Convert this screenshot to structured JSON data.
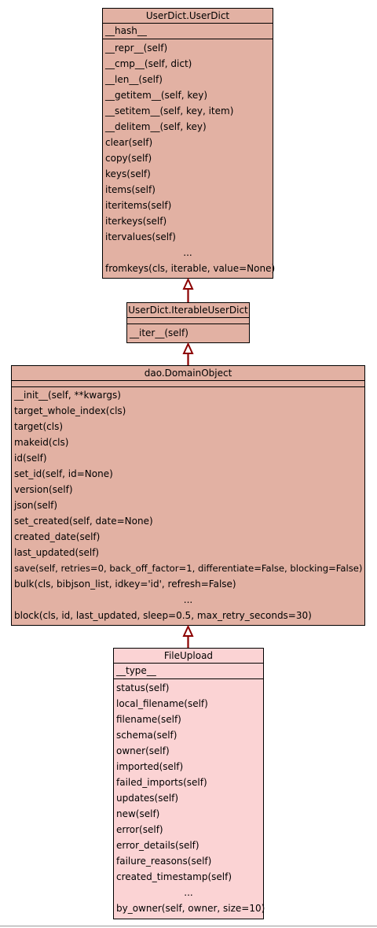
{
  "classes": {
    "userdict": {
      "name": "UserDict.UserDict",
      "attributes": [
        "__hash__"
      ],
      "methods": [
        "__repr__(self)",
        "__cmp__(self, dict)",
        "__len__(self)",
        "__getitem__(self, key)",
        "__setitem__(self, key, item)",
        "__delitem__(self, key)",
        "clear(self)",
        "copy(self)",
        "keys(self)",
        "items(self)",
        "iteritems(self)",
        "iterkeys(self)",
        "itervalues(self)",
        "...",
        "fromkeys(cls, iterable, value=None)"
      ]
    },
    "iterable": {
      "name": "UserDict.IterableUserDict",
      "attributes": [],
      "methods": [
        "__iter__(self)"
      ]
    },
    "domainobject": {
      "name": "dao.DomainObject",
      "attributes": [],
      "methods": [
        "__init__(self, **kwargs)",
        "target_whole_index(cls)",
        "target(cls)",
        "makeid(cls)",
        "id(self)",
        "set_id(self, id=None)",
        "version(self)",
        "json(self)",
        "set_created(self, date=None)",
        "created_date(self)",
        "last_updated(self)",
        "save(self, retries=0, back_off_factor=1, differentiate=False, blocking=False)",
        "bulk(cls, bibjson_list, idkey='id', refresh=False)",
        "...",
        "block(cls, id, last_updated, sleep=0.5, max_retry_seconds=30)"
      ]
    },
    "fileupload": {
      "name": "FileUpload",
      "attributes": [
        "__type__"
      ],
      "methods": [
        "status(self)",
        "local_filename(self)",
        "filename(self)",
        "schema(self)",
        "owner(self)",
        "imported(self)",
        "failed_imports(self)",
        "updates(self)",
        "new(self)",
        "error(self)",
        "error_details(self)",
        "failure_reasons(self)",
        "created_timestamp(self)",
        "...",
        "by_owner(self, owner, size=10)"
      ]
    }
  },
  "colors": {
    "parent_fill": "#e2b1a3",
    "focus_fill": "#fbd3d4",
    "arrow": "#8b0000"
  }
}
